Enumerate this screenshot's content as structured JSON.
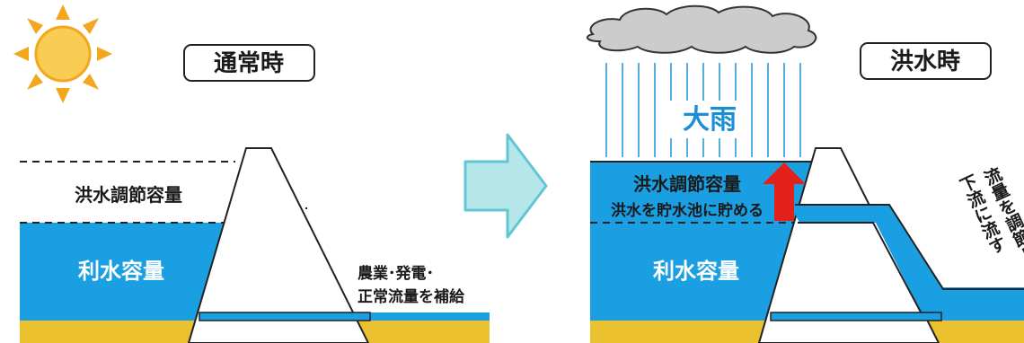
{
  "colors": {
    "water": "#1a9fe3",
    "ground": "#ecc12f",
    "sun": "#f2a71f",
    "sun_core": "#f9cd53",
    "arrow_fill": "#b5e6ea",
    "arrow_stroke": "#63c6d4",
    "rain": "#2a9bd8",
    "cloud": "#cccccc",
    "up_arrow": "#e3211b"
  },
  "normal": {
    "title": "通常時",
    "flood_control_label": "洪水調節容量",
    "water_use_label": "利水容量",
    "supply_label_line1": "農業･発電･",
    "supply_label_line2": "正常流量を補給"
  },
  "flood": {
    "title": "洪水時",
    "rain_label": "大雨",
    "flood_control_label": "洪水調節容量",
    "store_label": "洪水を貯水池に貯める",
    "water_use_label": "利水容量",
    "release_label_line1": "流量を調節して",
    "release_label_line2": "下流に流す"
  },
  "icons": {
    "sun": "sun-icon",
    "cloud": "cloud-icon",
    "transition_arrow": "right-arrow-icon",
    "rising_arrow": "up-arrow-icon"
  }
}
